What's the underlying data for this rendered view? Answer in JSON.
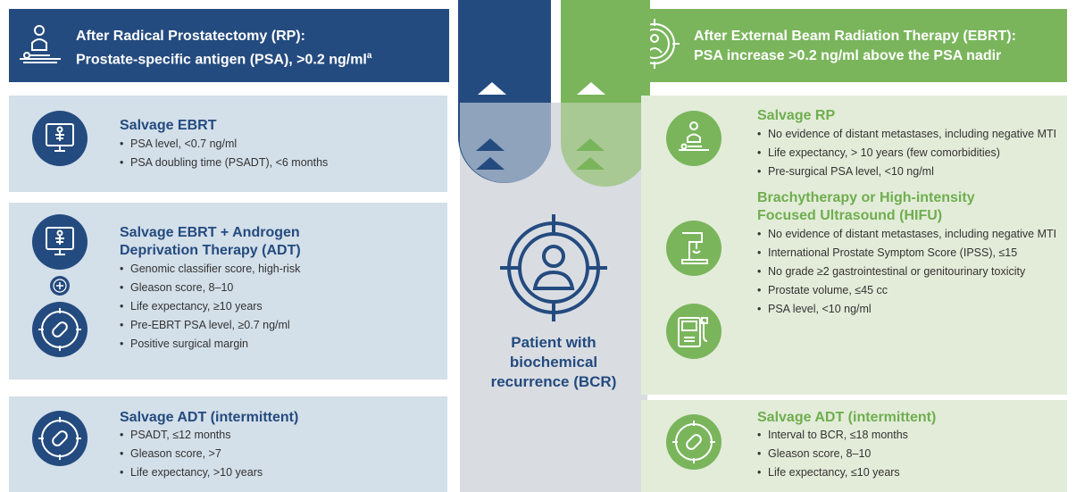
{
  "left_header": {
    "line1": "After Radical Prostatectomy (RP):",
    "line2": "Prostate-specific antigen (PSA), >0.2 ng/ml",
    "superscript": "a"
  },
  "right_header": {
    "line1": "After External Beam Radiation Therapy (EBRT):",
    "line2": "PSA increase >0.2 ng/ml above the PSA nadir"
  },
  "center": {
    "label_line1": "Patient with",
    "label_line2": "biochemical",
    "label_line3": "recurrence (BCR)"
  },
  "left_cards": [
    {
      "title": "Salvage EBRT",
      "items": [
        "PSA level, <0.7 ng/ml",
        "PSA doubling time (PSADT), <6 months"
      ]
    },
    {
      "title_line1": "Salvage EBRT + Androgen",
      "title_line2": "Deprivation Therapy (ADT)",
      "items": [
        "Genomic classifier score, high-risk",
        "Gleason score, 8–10",
        "Life expectancy, ≥10 years",
        "Pre-EBRT PSA level, ≥0.7 ng/ml",
        "Positive surgical margin"
      ]
    },
    {
      "title": "Salvage ADT (intermittent)",
      "items": [
        "PSADT, ≤12 months",
        "Gleason score, >7",
        "Life expectancy, >10 years"
      ]
    }
  ],
  "right_cards": [
    {
      "title": "Salvage RP",
      "items": [
        "No evidence of distant metastases, including negative MTI",
        "Life expectancy, > 10 years (few comorbidities)",
        "Pre-surgical PSA level, <10 ng/ml"
      ]
    },
    {
      "title_line1": "Brachytherapy or High-intensity",
      "title_line2": "Focused Ultrasound (HIFU)",
      "items": [
        "No evidence of distant metastases, including negative MTI",
        "International Prostate Symptom Score (IPSS), ≤15",
        "No grade ≥2 gastrointestinal or genitourinary toxicity",
        "Prostate volume, ≤45 cc",
        "PSA level, <10 ng/ml"
      ]
    },
    {
      "title": "Salvage ADT (intermittent)",
      "items": [
        "Interval to BCR, ≤18 months",
        "Gleason score, 8–10",
        "Life expectancy, ≤10 years"
      ]
    }
  ],
  "colors": {
    "navy": "#244b7f",
    "green": "#7ab55c",
    "blue_card": "#d3dfe9",
    "green_card": "#e3ecd9",
    "center_panel": "#d9dde2"
  },
  "icons": {
    "left_header": "surgeon-patient-icon",
    "right_header": "radiation-target-icon",
    "salvage_ebrt": "xray-monitor-icon",
    "ebrt_adt_top": "xray-monitor-icon",
    "plus": "plus-icon",
    "pill": "pill-target-icon",
    "salvage_rp": "surgeon-patient-icon",
    "brachy": "treatment-machine-icon",
    "hifu": "ultrasound-device-icon",
    "center": "patient-target-icon"
  }
}
